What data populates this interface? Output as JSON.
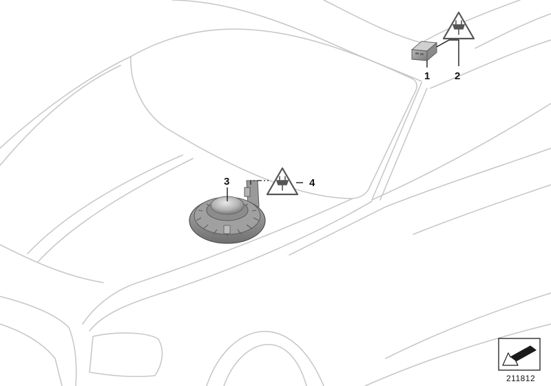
{
  "diagram": {
    "callouts": {
      "part_1": "1",
      "part_2": "2",
      "part_3": "3",
      "part_4": "4"
    },
    "reference_number": "211812",
    "colors": {
      "outline": "#c8c8c8",
      "leader": "#1a1a1a",
      "part_gray": "#8f8f8f",
      "warning_gray": "#555555"
    },
    "icons": [
      "plug-warning-icon",
      "plug-warning-icon",
      "navigation-arrow-icon"
    ]
  }
}
